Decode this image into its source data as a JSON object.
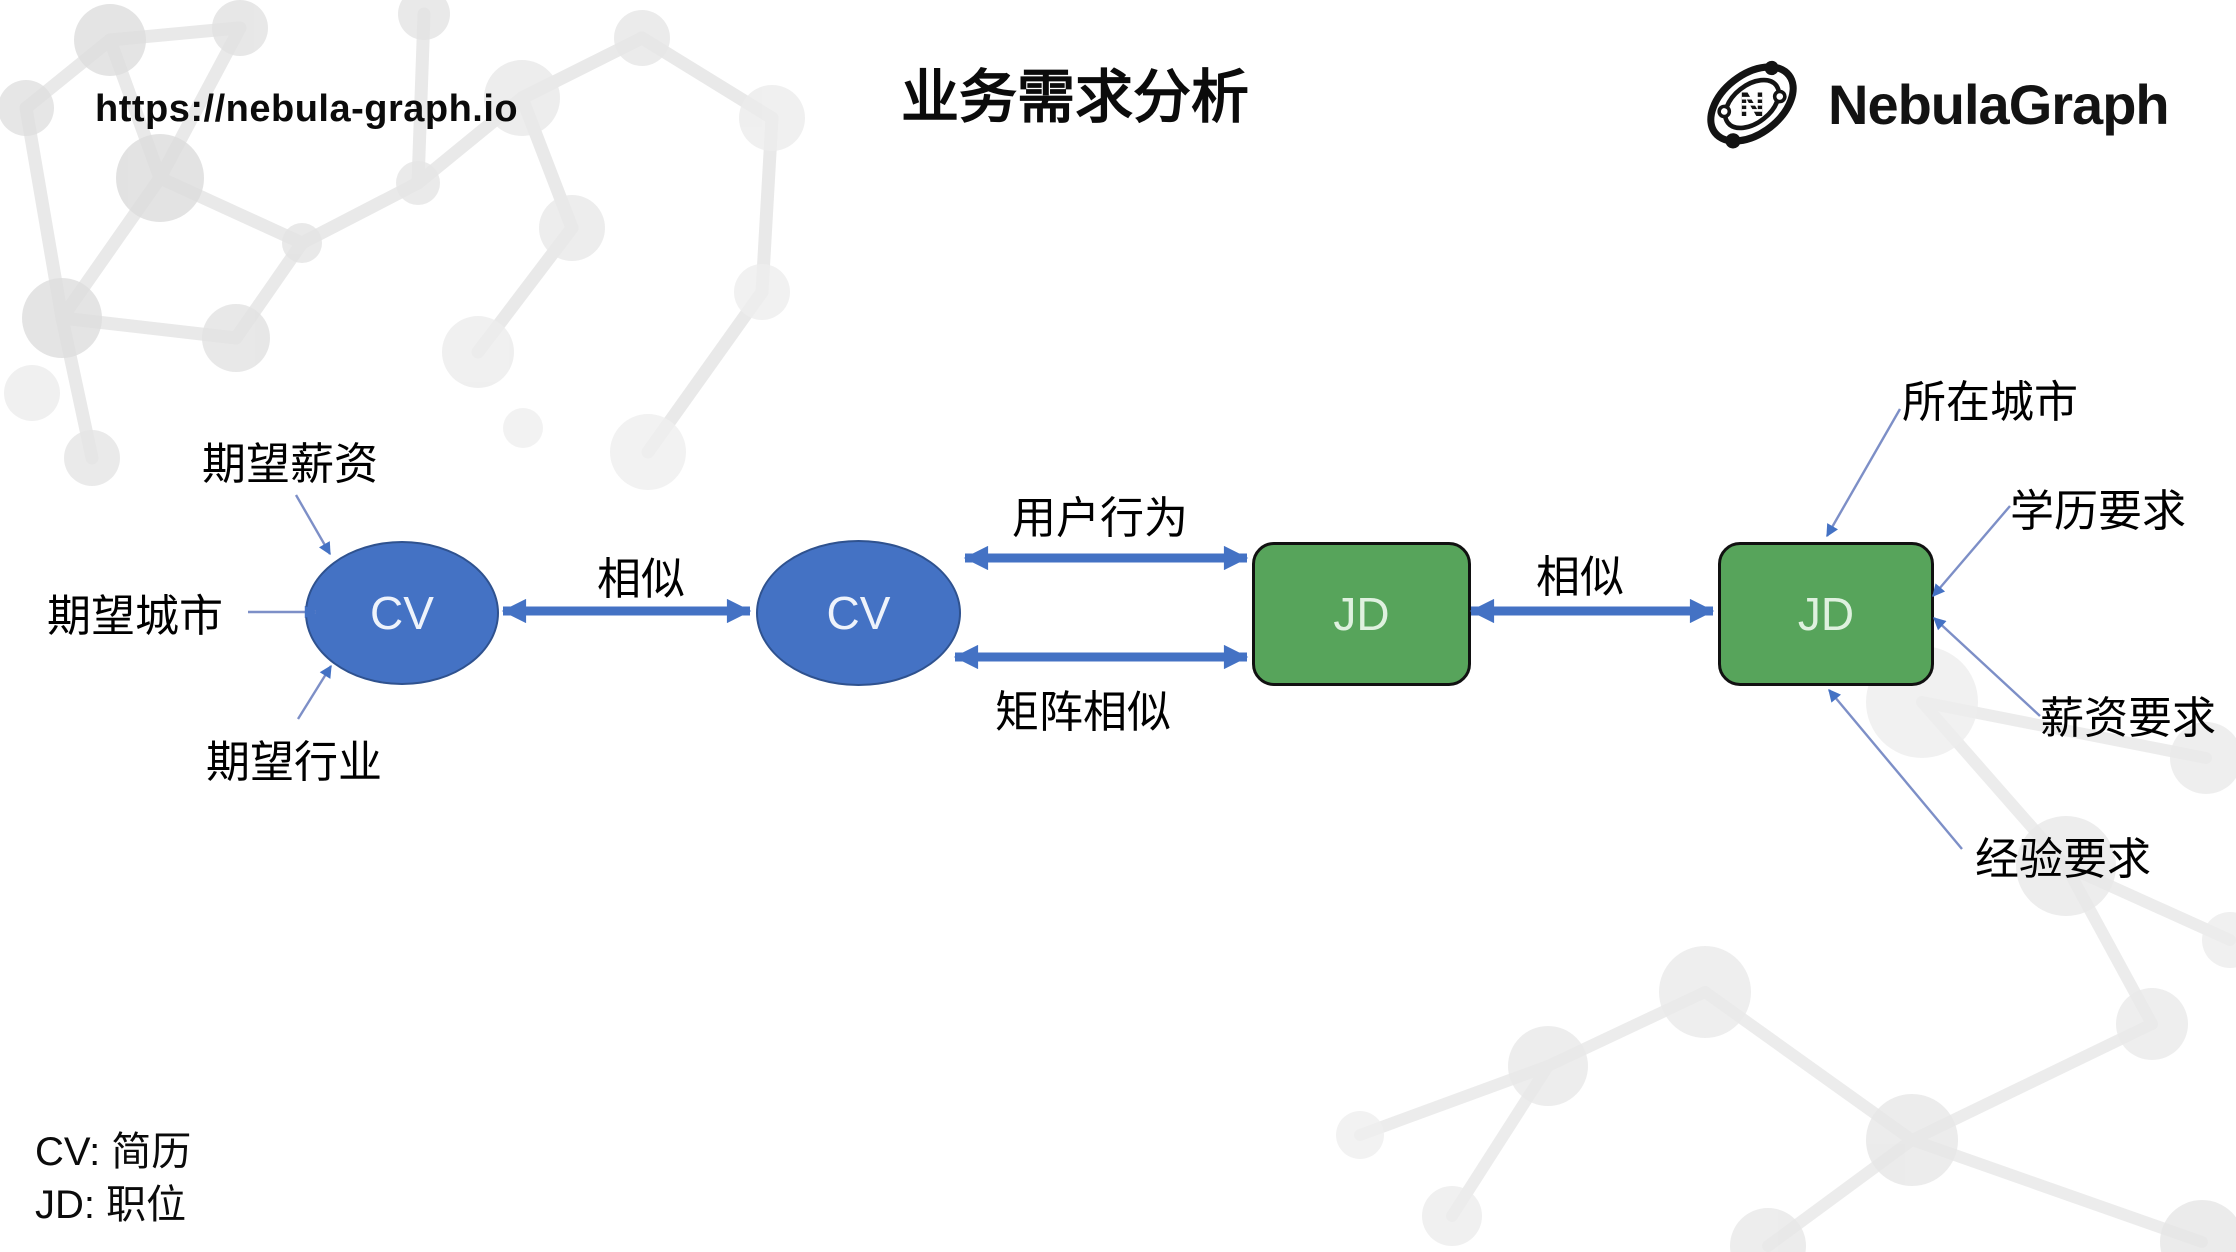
{
  "page": {
    "url": "https://nebula-graph.io",
    "title": "业务需求分析"
  },
  "logo": {
    "wordmark": "NebulaGraph",
    "icon": "orbit-atom-with-letter-N"
  },
  "diagram": {
    "nodes": [
      {
        "id": "cv-left",
        "label": "CV",
        "shape": "ellipse",
        "fill": "#4472C4"
      },
      {
        "id": "cv-mid",
        "label": "CV",
        "shape": "ellipse",
        "fill": "#4472C4"
      },
      {
        "id": "jd-mid",
        "label": "JD",
        "shape": "rounded-rect",
        "fill": "#57A45B"
      },
      {
        "id": "jd-right",
        "label": "JD",
        "shape": "rounded-rect",
        "fill": "#57A45B"
      }
    ],
    "edges": [
      {
        "from": "cv-left",
        "to": "cv-mid",
        "label": "相似",
        "style": "thick-double-arrow"
      },
      {
        "from": "cv-mid",
        "to": "jd-mid",
        "label": "用户行为",
        "style": "thick-double-arrow"
      },
      {
        "from": "cv-mid",
        "to": "jd-mid",
        "label": "矩阵相似",
        "style": "thick-double-arrow"
      },
      {
        "from": "jd-mid",
        "to": "jd-right",
        "label": "相似",
        "style": "thick-double-arrow"
      }
    ],
    "cv_attributes": [
      "期望薪资",
      "期望城市",
      "期望行业"
    ],
    "jd_attributes": [
      "所在城市",
      "学历要求",
      "薪资要求",
      "经验要求"
    ]
  },
  "legend": {
    "lines": [
      "CV: 简历",
      "JD: 职位"
    ]
  },
  "colors": {
    "accent_blue": "#4472C4",
    "blue_border": "#2F528F",
    "node_green": "#57A45B",
    "thin_line_blue": "#7d8fc7",
    "decoration_gray": "#e4e4e4"
  }
}
